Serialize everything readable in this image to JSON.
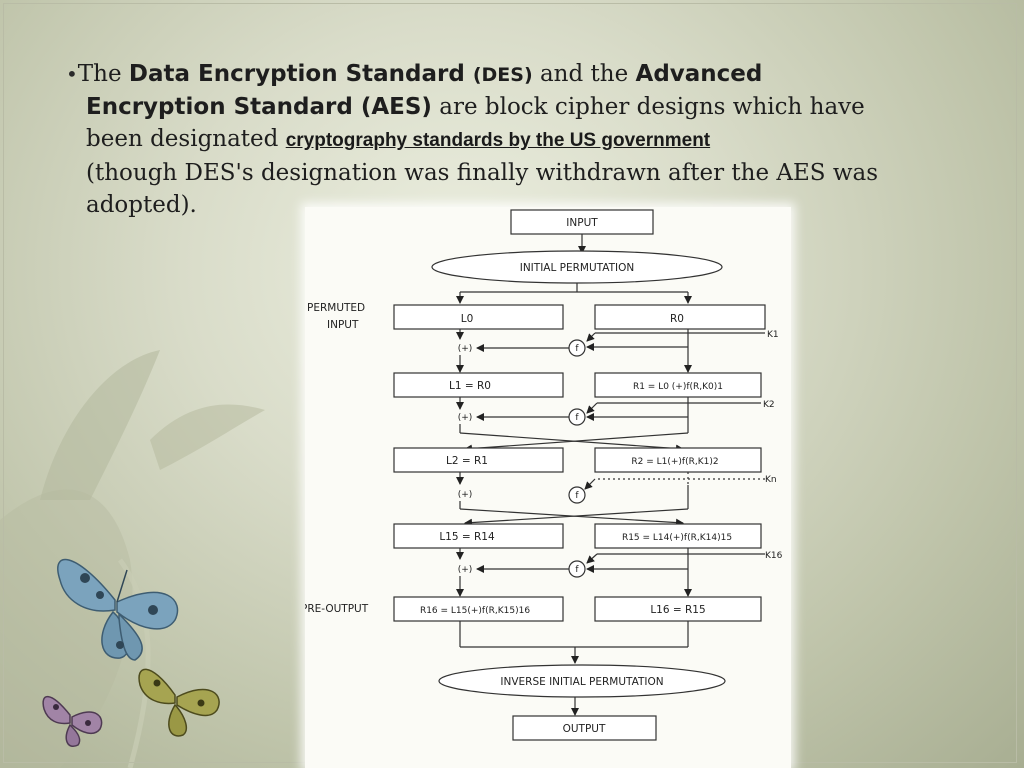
{
  "bullet": {
    "marker": "•",
    "line1": {
      "t1": "The ",
      "b1": "Data Encryption Standard ",
      "abbr1": "(DES)",
      "t2": " and the ",
      "b2": "Advanced"
    },
    "line2": {
      "b1": "Encryption Standard (AES)",
      "t1": " are block cipher designs which have"
    },
    "line3": {
      "t1": "been designated ",
      "link": "cryptography standards by the US government"
    },
    "line4": {
      "t1": "(though DES's designation was finally withdrawn after the AES was"
    },
    "line5": {
      "t1": "adopted)."
    }
  },
  "diagram": {
    "input": "INPUT",
    "initial_permutation": "INITIAL PERMUTATION",
    "permuted_input": [
      "PERMUTED",
      "INPUT"
    ],
    "l0": "L0",
    "r0": "R0",
    "k1": "K1",
    "xor1": "(+)",
    "f1": "f",
    "l1": "L1 = R0",
    "r1": "R1 = L0 (+)f(R,K0)1",
    "k2": "K2",
    "xor2": "(+)",
    "f2": "f",
    "l2": "L2 = R1",
    "r2": "R2 = L1(+)f(R,K1)2",
    "kn": "Kn",
    "xor3": "(+)",
    "f3": "f",
    "l15": "L15 = R14",
    "r15": "R15 = L14(+)f(R,K14)15",
    "k16": "K16",
    "xor4": "(+)",
    "f4": "f",
    "pre_output": "PRE-OUTPUT",
    "r16": "R16 = L15(+)f(R,K15)16",
    "l16": "L16 = R15",
    "inverse_permutation": "INVERSE INITIAL PERMUTATION",
    "output": "OUTPUT"
  }
}
